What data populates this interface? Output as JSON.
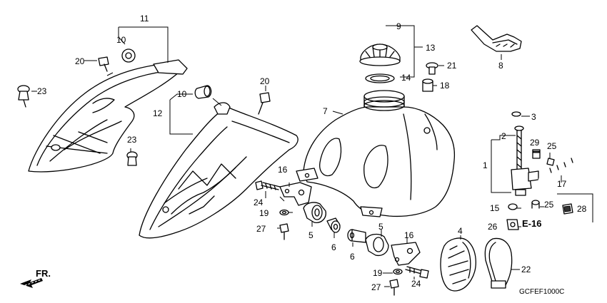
{
  "callouts": {
    "n1": "1",
    "n2": "2",
    "n3": "3",
    "n4": "4",
    "n5a": "5",
    "n5b": "5",
    "n6a": "6",
    "n6b": "6",
    "n7": "7",
    "n8": "8",
    "n9": "9",
    "n10a": "10",
    "n10b": "10",
    "n11": "11",
    "n12": "12",
    "n13": "13",
    "n14": "14",
    "n15": "15",
    "n16a": "16",
    "n16b": "16",
    "n17": "17",
    "n18": "18",
    "n19a": "19",
    "n19b": "19",
    "n20a": "20",
    "n20b": "20",
    "n21": "21",
    "n22": "22",
    "n23a": "23",
    "n23b": "23",
    "n24a": "24",
    "n24b": "24",
    "n25a": "25",
    "n25b": "25",
    "n26": "26",
    "n27a": "27",
    "n27b": "27",
    "n28": "28",
    "n29": "29"
  },
  "reference": "E-16",
  "direction": "FR.",
  "diagram_code": "GCFEF1000C"
}
